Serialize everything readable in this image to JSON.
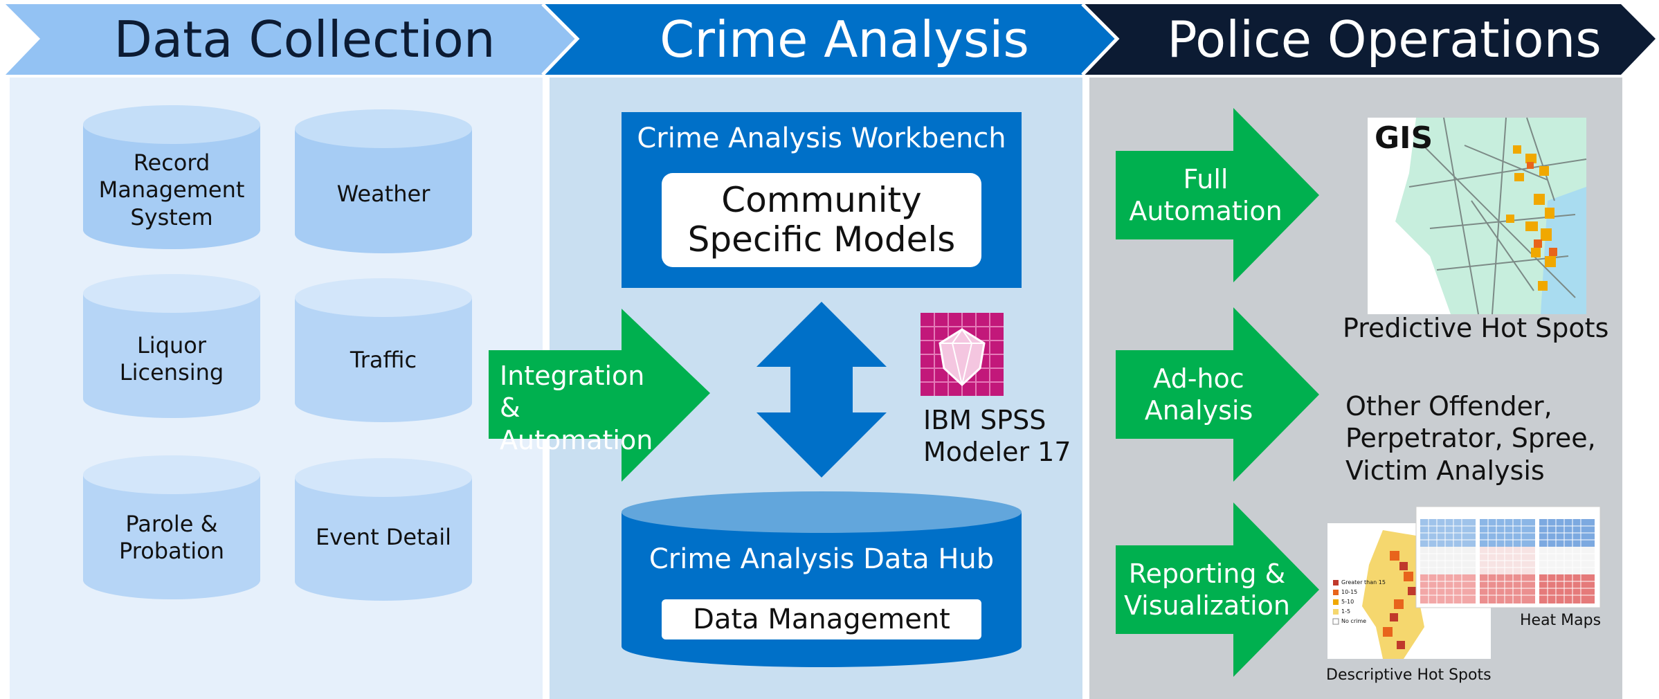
{
  "header": {
    "stage1": "Data Collection",
    "stage2": "Crime Analysis",
    "stage3": "Police Operations"
  },
  "data_sources": [
    "Record\nManagement\nSystem",
    "Weather",
    "Liquor\nLicensing",
    "Traffic",
    "Parole &\nProbation",
    "Event Detail"
  ],
  "integration_arrow": "Integration &\nAutomation",
  "workbench": {
    "title": "Crime Analysis Workbench",
    "models": "Community\nSpecific Models"
  },
  "spss": {
    "label": "IBM SPSS\nModeler 17"
  },
  "data_hub": {
    "title": "Crime Analysis Data Hub",
    "management": "Data Management"
  },
  "operations": [
    {
      "arrow": "Full\nAutomation",
      "result": "Predictive Hot Spots"
    },
    {
      "arrow": "Ad-hoc\nAnalysis",
      "result": "Other Offender,\nPerpetrator, Spree,\nVictim Analysis"
    },
    {
      "arrow": "Reporting &\nVisualization",
      "result": ""
    }
  ],
  "gis_label": "GIS",
  "visuals": {
    "descriptive": "Descriptive Hot Spots",
    "heat": "Heat Maps",
    "legend": [
      "Greater than 15",
      "10-15",
      "5-10",
      "1-5",
      "No crime"
    ]
  },
  "colors": {
    "stage1": "#93c2f3",
    "stage2": "#0070c8",
    "stage3": "#0c1b33",
    "green": "#00b04f",
    "cylinder": "#a6ccf4",
    "cylinder_top": "#c4def8"
  }
}
